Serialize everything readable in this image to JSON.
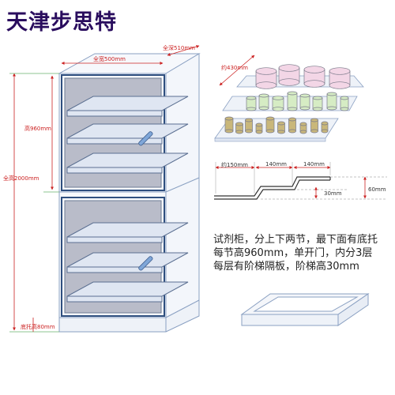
{
  "brand": {
    "name": "天津步思特"
  },
  "cabinet": {
    "dims": {
      "width_label": "全宽500mm",
      "depth_label": "全深510mm",
      "total_height_label": "全高2000mm",
      "section_height_label": "高960mm",
      "base_label": "底托高80mm"
    }
  },
  "shelf_detail": {
    "depth_label": "约430mm"
  },
  "step_profile": {
    "labels": [
      "约150mm",
      "140mm",
      "140mm"
    ],
    "step_height_label": "30mm",
    "total_height_label": "60mm"
  },
  "description": {
    "lines": [
      "试剂柜，分上下两节，最下面有底托",
      "每节高960mm，单开门，内分3层",
      "每层有阶梯隔板，阶梯高30mm"
    ]
  },
  "colors": {
    "brand": "#2a0d5e",
    "dimension": "#cc2222",
    "outline": "#3b5c8c",
    "glass": "#b9bcc9",
    "shelf": "#dfe6f2",
    "bottle_pink": "#f3d6e6",
    "bottle_green": "#d6ecc4",
    "bottle_tan": "#c9b77a",
    "handle": "#7fa6d8"
  }
}
